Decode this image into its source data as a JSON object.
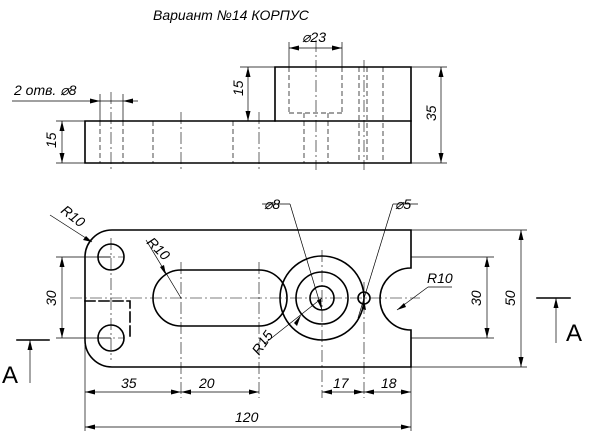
{
  "title": "Вариант №14 КОРПУС",
  "front_view": {
    "height_total": "35",
    "height_step": "15",
    "height_base": "15",
    "holes_note": "2 отв. ⌀8",
    "boss_dia": "⌀23"
  },
  "plan_view": {
    "radius_corner": "R10",
    "radius_slot": "R10",
    "radius_notch": "R10",
    "radius_boss": "R15",
    "hole_big": "⌀8",
    "hole_small": "⌀5",
    "width_inner": "30",
    "width_right_inner": "30",
    "width_overall": "50",
    "length_a": "35",
    "length_b": "20",
    "length_c": "17",
    "length_d": "18",
    "length_total": "120"
  },
  "section_label": "А"
}
